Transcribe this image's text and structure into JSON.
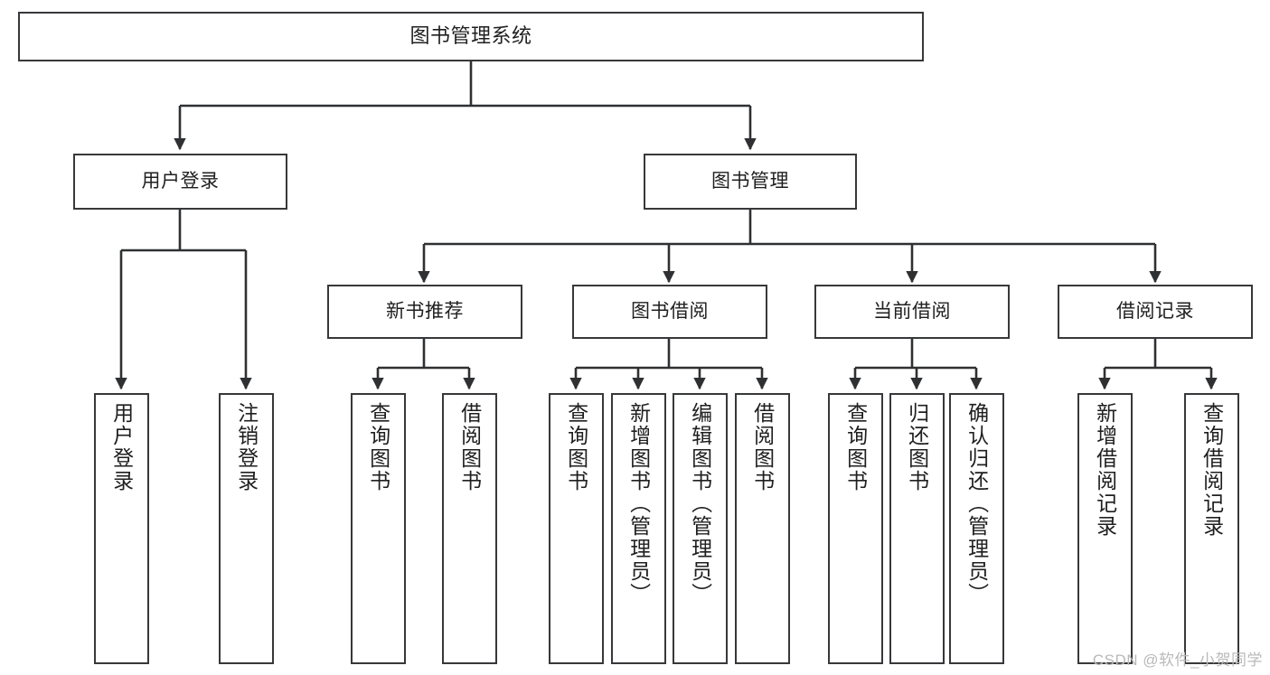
{
  "diagram": {
    "title": "图书管理系统",
    "type": "hierarchy-tree",
    "watermark": "CSDN @软件_小贺同学",
    "colors": {
      "box_border": "#37383a",
      "connector": "#2f3032",
      "background": "#ffffff",
      "text": "#1f1f1f",
      "watermark": "#b9b9b9"
    },
    "levels": [
      {
        "level": 1,
        "nodes": [
          {
            "id": "root",
            "label": "图书管理系统",
            "orientation": "horizontal"
          }
        ]
      },
      {
        "level": 2,
        "nodes": [
          {
            "id": "user-login",
            "label": "用户登录",
            "orientation": "horizontal",
            "parent": "root"
          },
          {
            "id": "book-manage",
            "label": "图书管理",
            "orientation": "horizontal",
            "parent": "root"
          }
        ]
      },
      {
        "level": 3,
        "nodes": [
          {
            "id": "new-book-rec",
            "label": "新书推荐",
            "orientation": "horizontal",
            "parent": "book-manage"
          },
          {
            "id": "book-borrow",
            "label": "图书借阅",
            "orientation": "horizontal",
            "parent": "book-manage"
          },
          {
            "id": "current-borrow",
            "label": "当前借阅",
            "orientation": "horizontal",
            "parent": "book-manage"
          },
          {
            "id": "borrow-record",
            "label": "借阅记录",
            "orientation": "horizontal",
            "parent": "book-manage"
          }
        ]
      },
      {
        "level": 4,
        "nodes": [
          {
            "id": "leaf-user-login",
            "label": "用户登录",
            "orientation": "vertical",
            "parent": "user-login"
          },
          {
            "id": "leaf-logout",
            "label": "注销登录",
            "orientation": "vertical",
            "parent": "user-login"
          },
          {
            "id": "leaf-query-book-1",
            "label": "查询图书",
            "orientation": "vertical",
            "parent": "new-book-rec"
          },
          {
            "id": "leaf-borrow-book-1",
            "label": "借阅图书",
            "orientation": "vertical",
            "parent": "new-book-rec"
          },
          {
            "id": "leaf-query-book-2",
            "label": "查询图书",
            "orientation": "vertical",
            "parent": "book-borrow"
          },
          {
            "id": "leaf-add-book",
            "label": "新增图书（管理员）",
            "orientation": "vertical",
            "parent": "book-borrow"
          },
          {
            "id": "leaf-edit-book",
            "label": "编辑图书（管理员）",
            "orientation": "vertical",
            "parent": "book-borrow"
          },
          {
            "id": "leaf-borrow-book-2",
            "label": "借阅图书",
            "orientation": "vertical",
            "parent": "book-borrow"
          },
          {
            "id": "leaf-query-book-3",
            "label": "查询图书",
            "orientation": "vertical",
            "parent": "current-borrow"
          },
          {
            "id": "leaf-return-book",
            "label": "归还图书",
            "orientation": "vertical",
            "parent": "current-borrow"
          },
          {
            "id": "leaf-confirm-return",
            "label": "确认归还（管理员）",
            "orientation": "vertical",
            "parent": "current-borrow"
          },
          {
            "id": "leaf-add-record",
            "label": "新增借阅记录",
            "orientation": "vertical",
            "parent": "borrow-record"
          },
          {
            "id": "leaf-query-record",
            "label": "查询借阅记录",
            "orientation": "vertical",
            "parent": "borrow-record"
          }
        ]
      }
    ]
  }
}
